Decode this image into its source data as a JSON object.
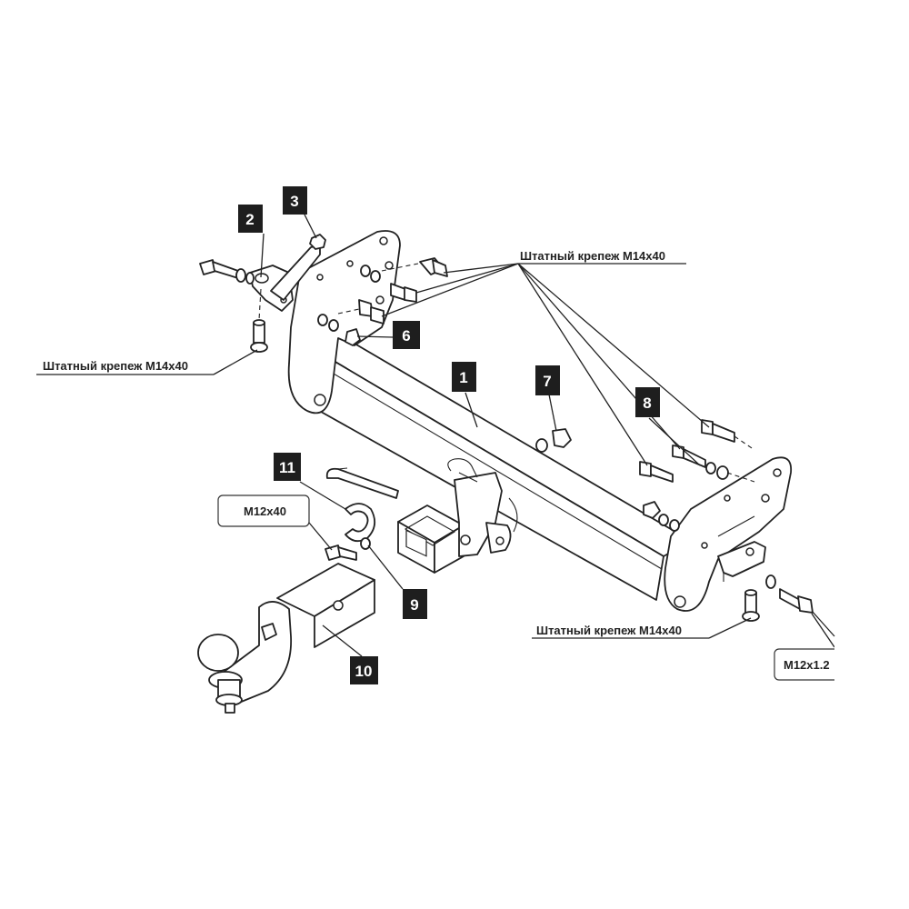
{
  "callouts": {
    "stock_fastener_top": "Штатный крепеж М14х40",
    "stock_fastener_left": "Штатный крепеж М14х40",
    "stock_fastener_bottom": "Штатный крепеж М14х40",
    "bolt_m12x40": "M12x40",
    "bolt_m12x1_25": "M12x1.2"
  },
  "parts": {
    "p1": "1",
    "p2": "2",
    "p3": "3",
    "p6": "6",
    "p7": "7",
    "p8": "8",
    "p9": "9",
    "p10": "10",
    "p11": "11"
  }
}
